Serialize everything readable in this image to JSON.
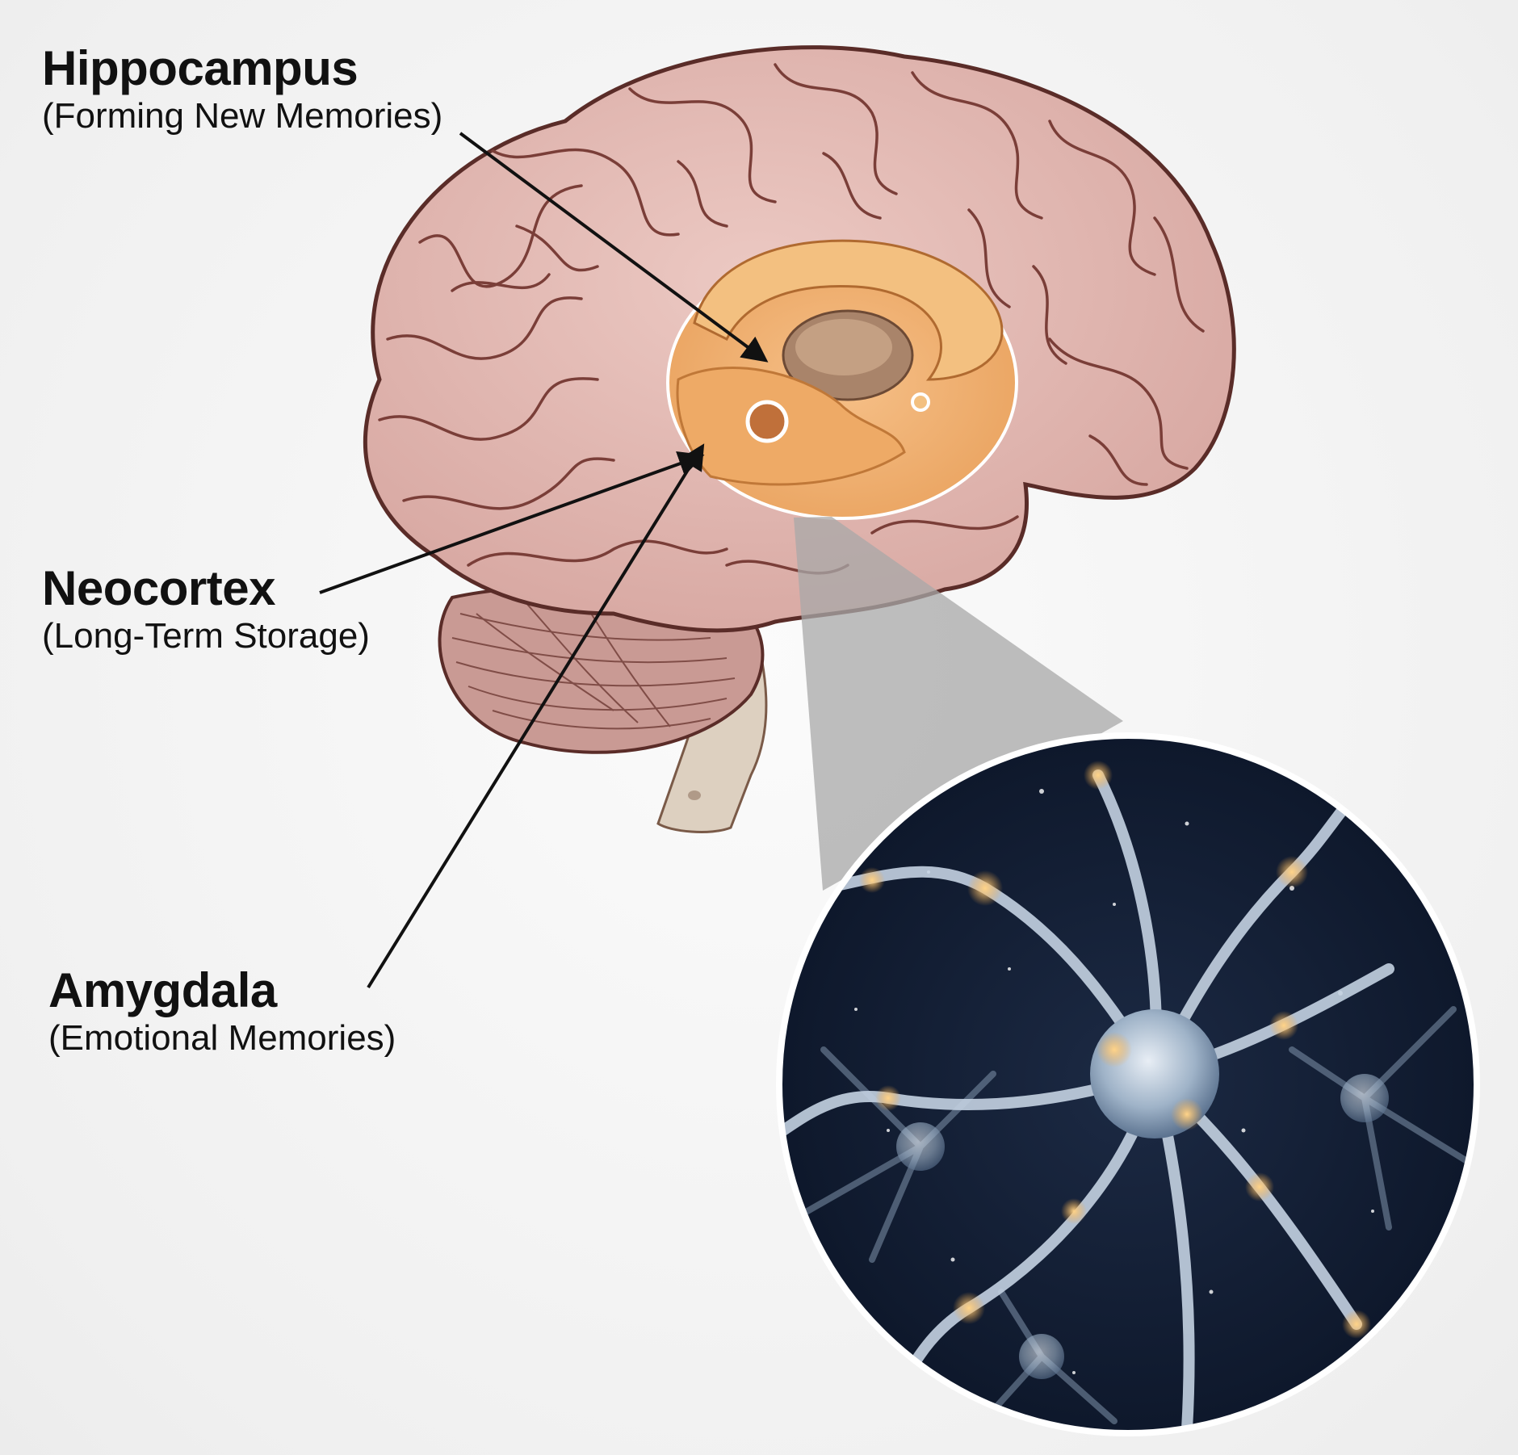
{
  "labels": {
    "hippocampus": {
      "title": "Hippocampus",
      "subtitle": "(Forming New Memories)"
    },
    "neocortex": {
      "title": "Neocortex",
      "subtitle": "(Long-Term Storage)"
    },
    "amygdala": {
      "title": "Amygdala",
      "subtitle": "(Emotional Memories)"
    }
  },
  "colors": {
    "brain": "#e2b8b2",
    "outline": "#5a2c28",
    "highlight": "#f0b070",
    "neuron_bg": "#0f1a2e",
    "neuron": "#c9d6e4",
    "glow": "#f5b860"
  }
}
